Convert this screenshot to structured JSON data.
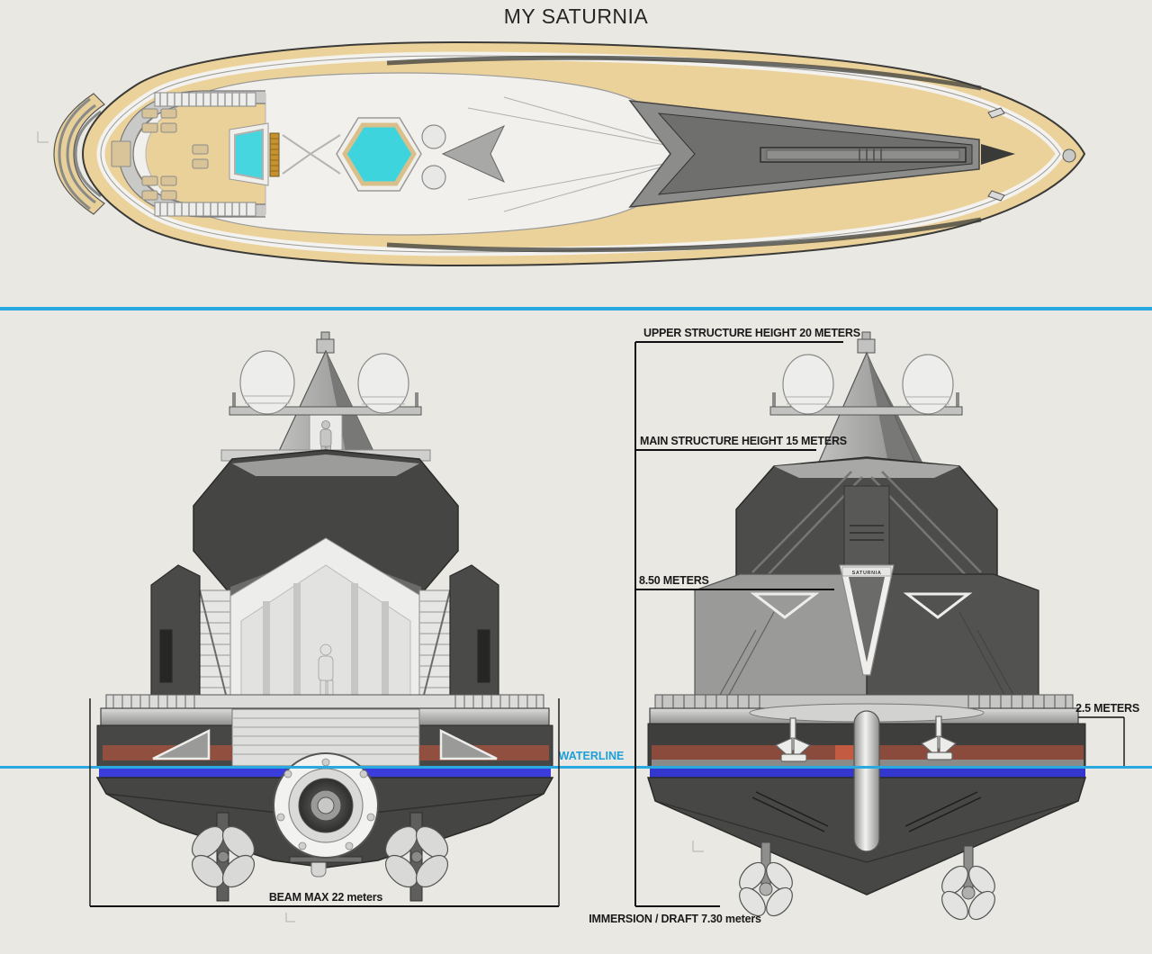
{
  "title": "MY SATURNIA",
  "hull_name": "SATURNIA",
  "dimensions": {
    "upper_structure": "UPPER STRUCTURE HEIGHT 20 METERS",
    "main_structure": "MAIN STRUCTURE HEIGHT 15 METERS",
    "mid_deck": "8.50 METERS",
    "freeboard": "2.5 METERS",
    "waterline": "WATERLINE",
    "beam": "BEAM MAX 22 meters",
    "draft": "IMMERSION / DRAFT 7.30 meters"
  },
  "colors": {
    "paper": "#EAE8E3",
    "deck_teak": "#EBD29B",
    "pool_cyan": "#45D6E0",
    "waterline_cyan": "#29A9E0",
    "hull_stripe_blue": "#3B3CDC",
    "hull_stripe_red": "#91503F",
    "hull_dark": "#424240",
    "annotation_text": "#1A1A1A"
  }
}
